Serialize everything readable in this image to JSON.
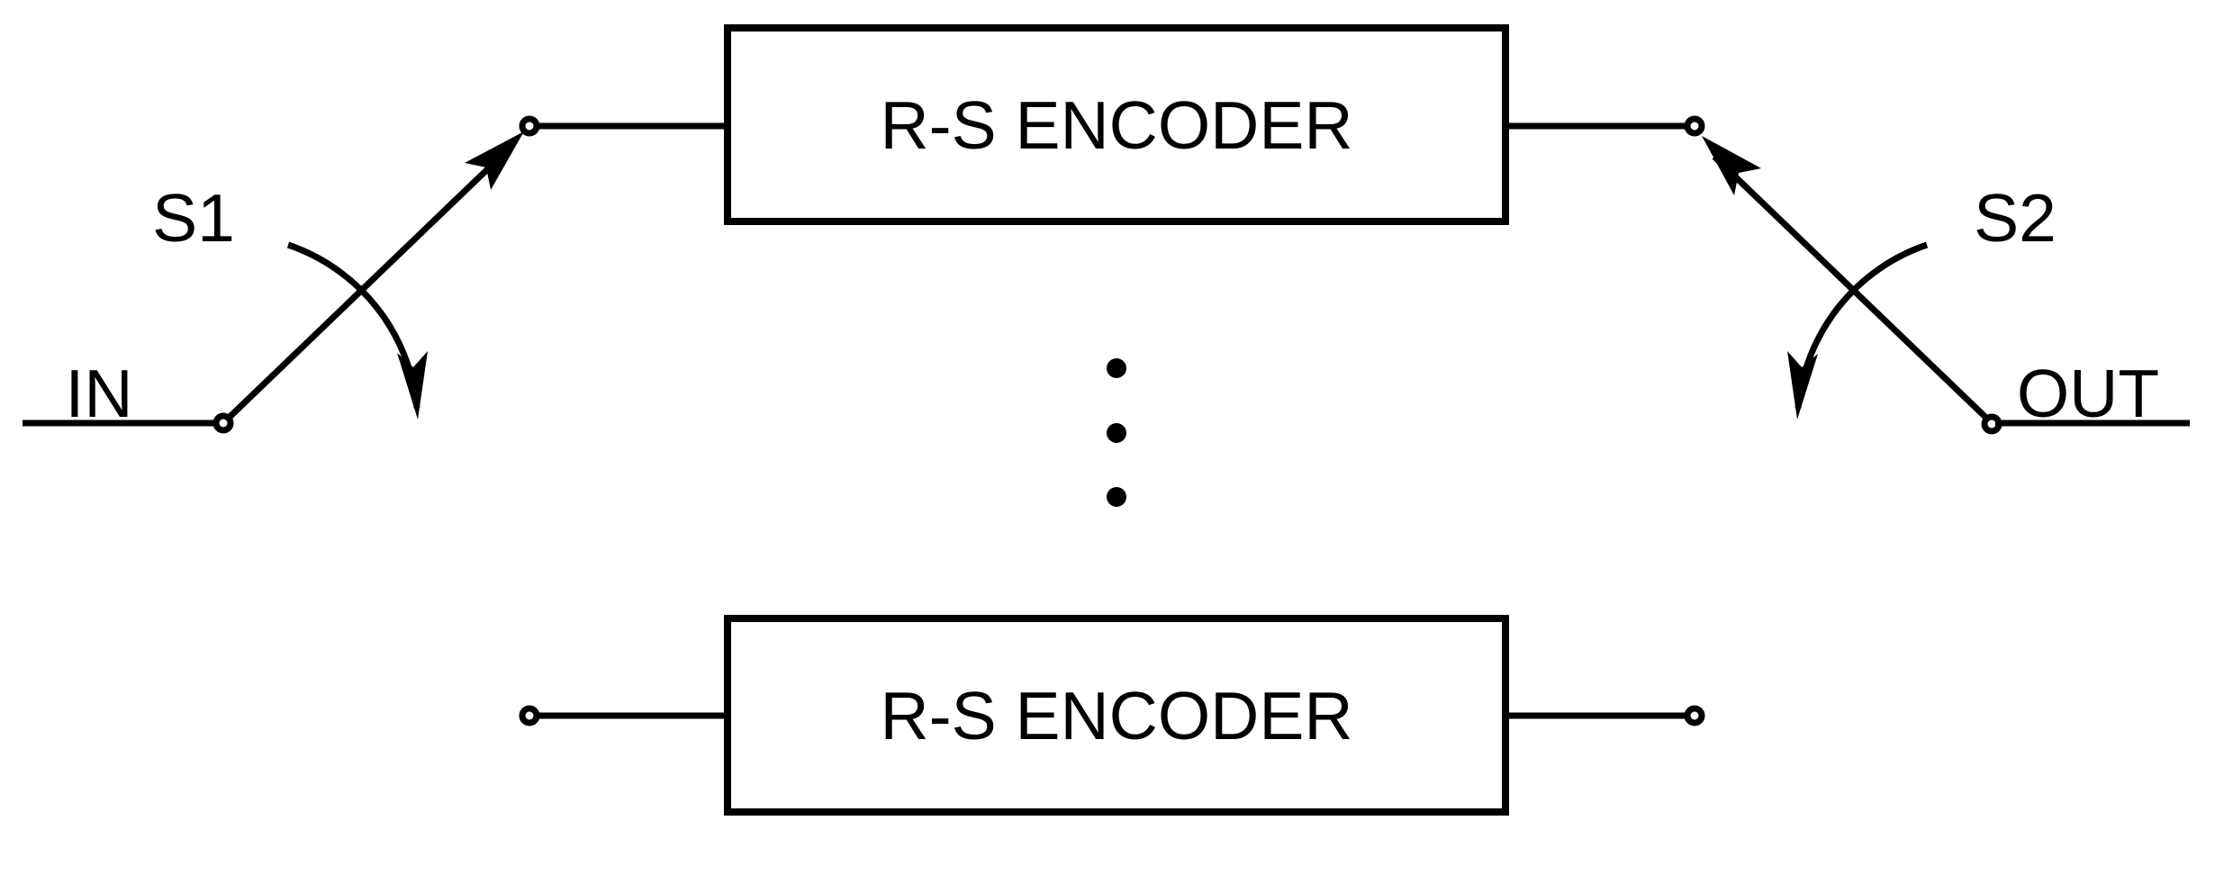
{
  "diagram": {
    "ports": {
      "in": "IN",
      "out": "OUT"
    },
    "switches": {
      "s1": "S1",
      "s2": "S2"
    },
    "encoders": {
      "top": "R-S ENCODER",
      "bottom": "R-S ENCODER"
    },
    "ellipsis_dot_count": 3,
    "colors": {
      "ink": "#000000",
      "background": "#ffffff"
    }
  }
}
